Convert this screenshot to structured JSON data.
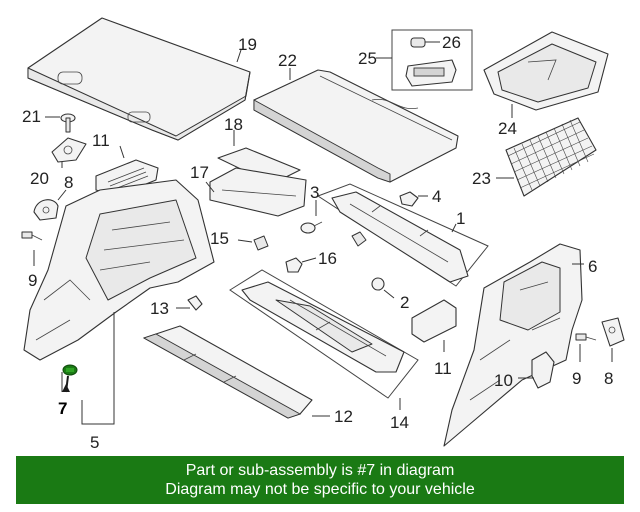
{
  "callouts": {
    "c1": "1",
    "c2": "2",
    "c3": "3",
    "c4": "4",
    "c5": "5",
    "c6": "6",
    "c7": "7",
    "c8a": "8",
    "c8b": "8",
    "c9a": "9",
    "c9b": "9",
    "c10": "10",
    "c11a": "11",
    "c11b": "11",
    "c12": "12",
    "c13": "13",
    "c14": "14",
    "c15": "15",
    "c16": "16",
    "c17": "17",
    "c18": "18",
    "c19": "19",
    "c20": "20",
    "c21": "21",
    "c22": "22",
    "c23": "23",
    "c24": "24",
    "c25": "25",
    "c26": "26"
  },
  "banner": {
    "line1": "Part or sub-assembly is #7 in diagram",
    "line2": "Diagram may not be specific to your vehicle"
  },
  "colors": {
    "banner_bg": "#1a7a14",
    "banner_text": "#ffffff",
    "highlight_part": "#1a7a14"
  }
}
